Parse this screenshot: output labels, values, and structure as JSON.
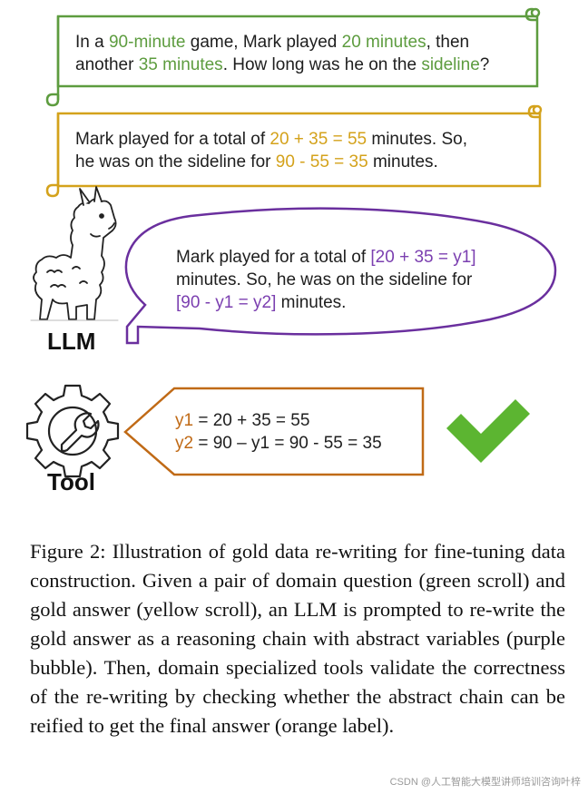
{
  "question": {
    "parts": [
      "In a ",
      "90-minute",
      " game, Mark played ",
      "20 minutes",
      ", then",
      "another ",
      "35 minutes",
      ". How long was he on the ",
      "sideline",
      "?"
    ]
  },
  "gold_answer": {
    "parts": [
      "Mark played for a total of ",
      "20 + 35 = 55",
      " minutes. So,",
      "he was on the sideline for ",
      "90 - 55 = 35",
      " minutes."
    ]
  },
  "llm": {
    "label": "LLM",
    "parts": [
      "Mark played for a total of ",
      "[20 + 35 = y1]",
      "minutes. So, he was on the sideline for",
      "[90 - y1 = y2]",
      " minutes."
    ]
  },
  "tool": {
    "label": "Tool",
    "line1_var": "y1",
    "line1_rest": " = 20 + 35 = 55",
    "line2_var": "y2",
    "line2_rest": " = 90 – y1 = 90 - 55 = 35"
  },
  "caption": "Figure 2: Illustration of gold data re-writing for fine-tuning data construction. Given a pair of domain question (green scroll) and gold answer (yellow scroll), an LLM is prompted to re-write the gold answer as a reasoning chain with abstract variables (purple bubble). Then, domain specialized tools validate the correctness of the re-writing by checking whether the abstract chain can be reified to get the final answer (orange label).",
  "watermark": "CSDN @人工智能大模型讲师培训咨询叶梓",
  "colors": {
    "green": "#5d9c3f",
    "yellow": "#d4a21b",
    "purple": "#7b3fb0",
    "orange": "#c06a16",
    "check": "#5cb531"
  },
  "icons": [
    "alpaca-icon",
    "gear-wrench-icon",
    "checkmark-icon"
  ]
}
